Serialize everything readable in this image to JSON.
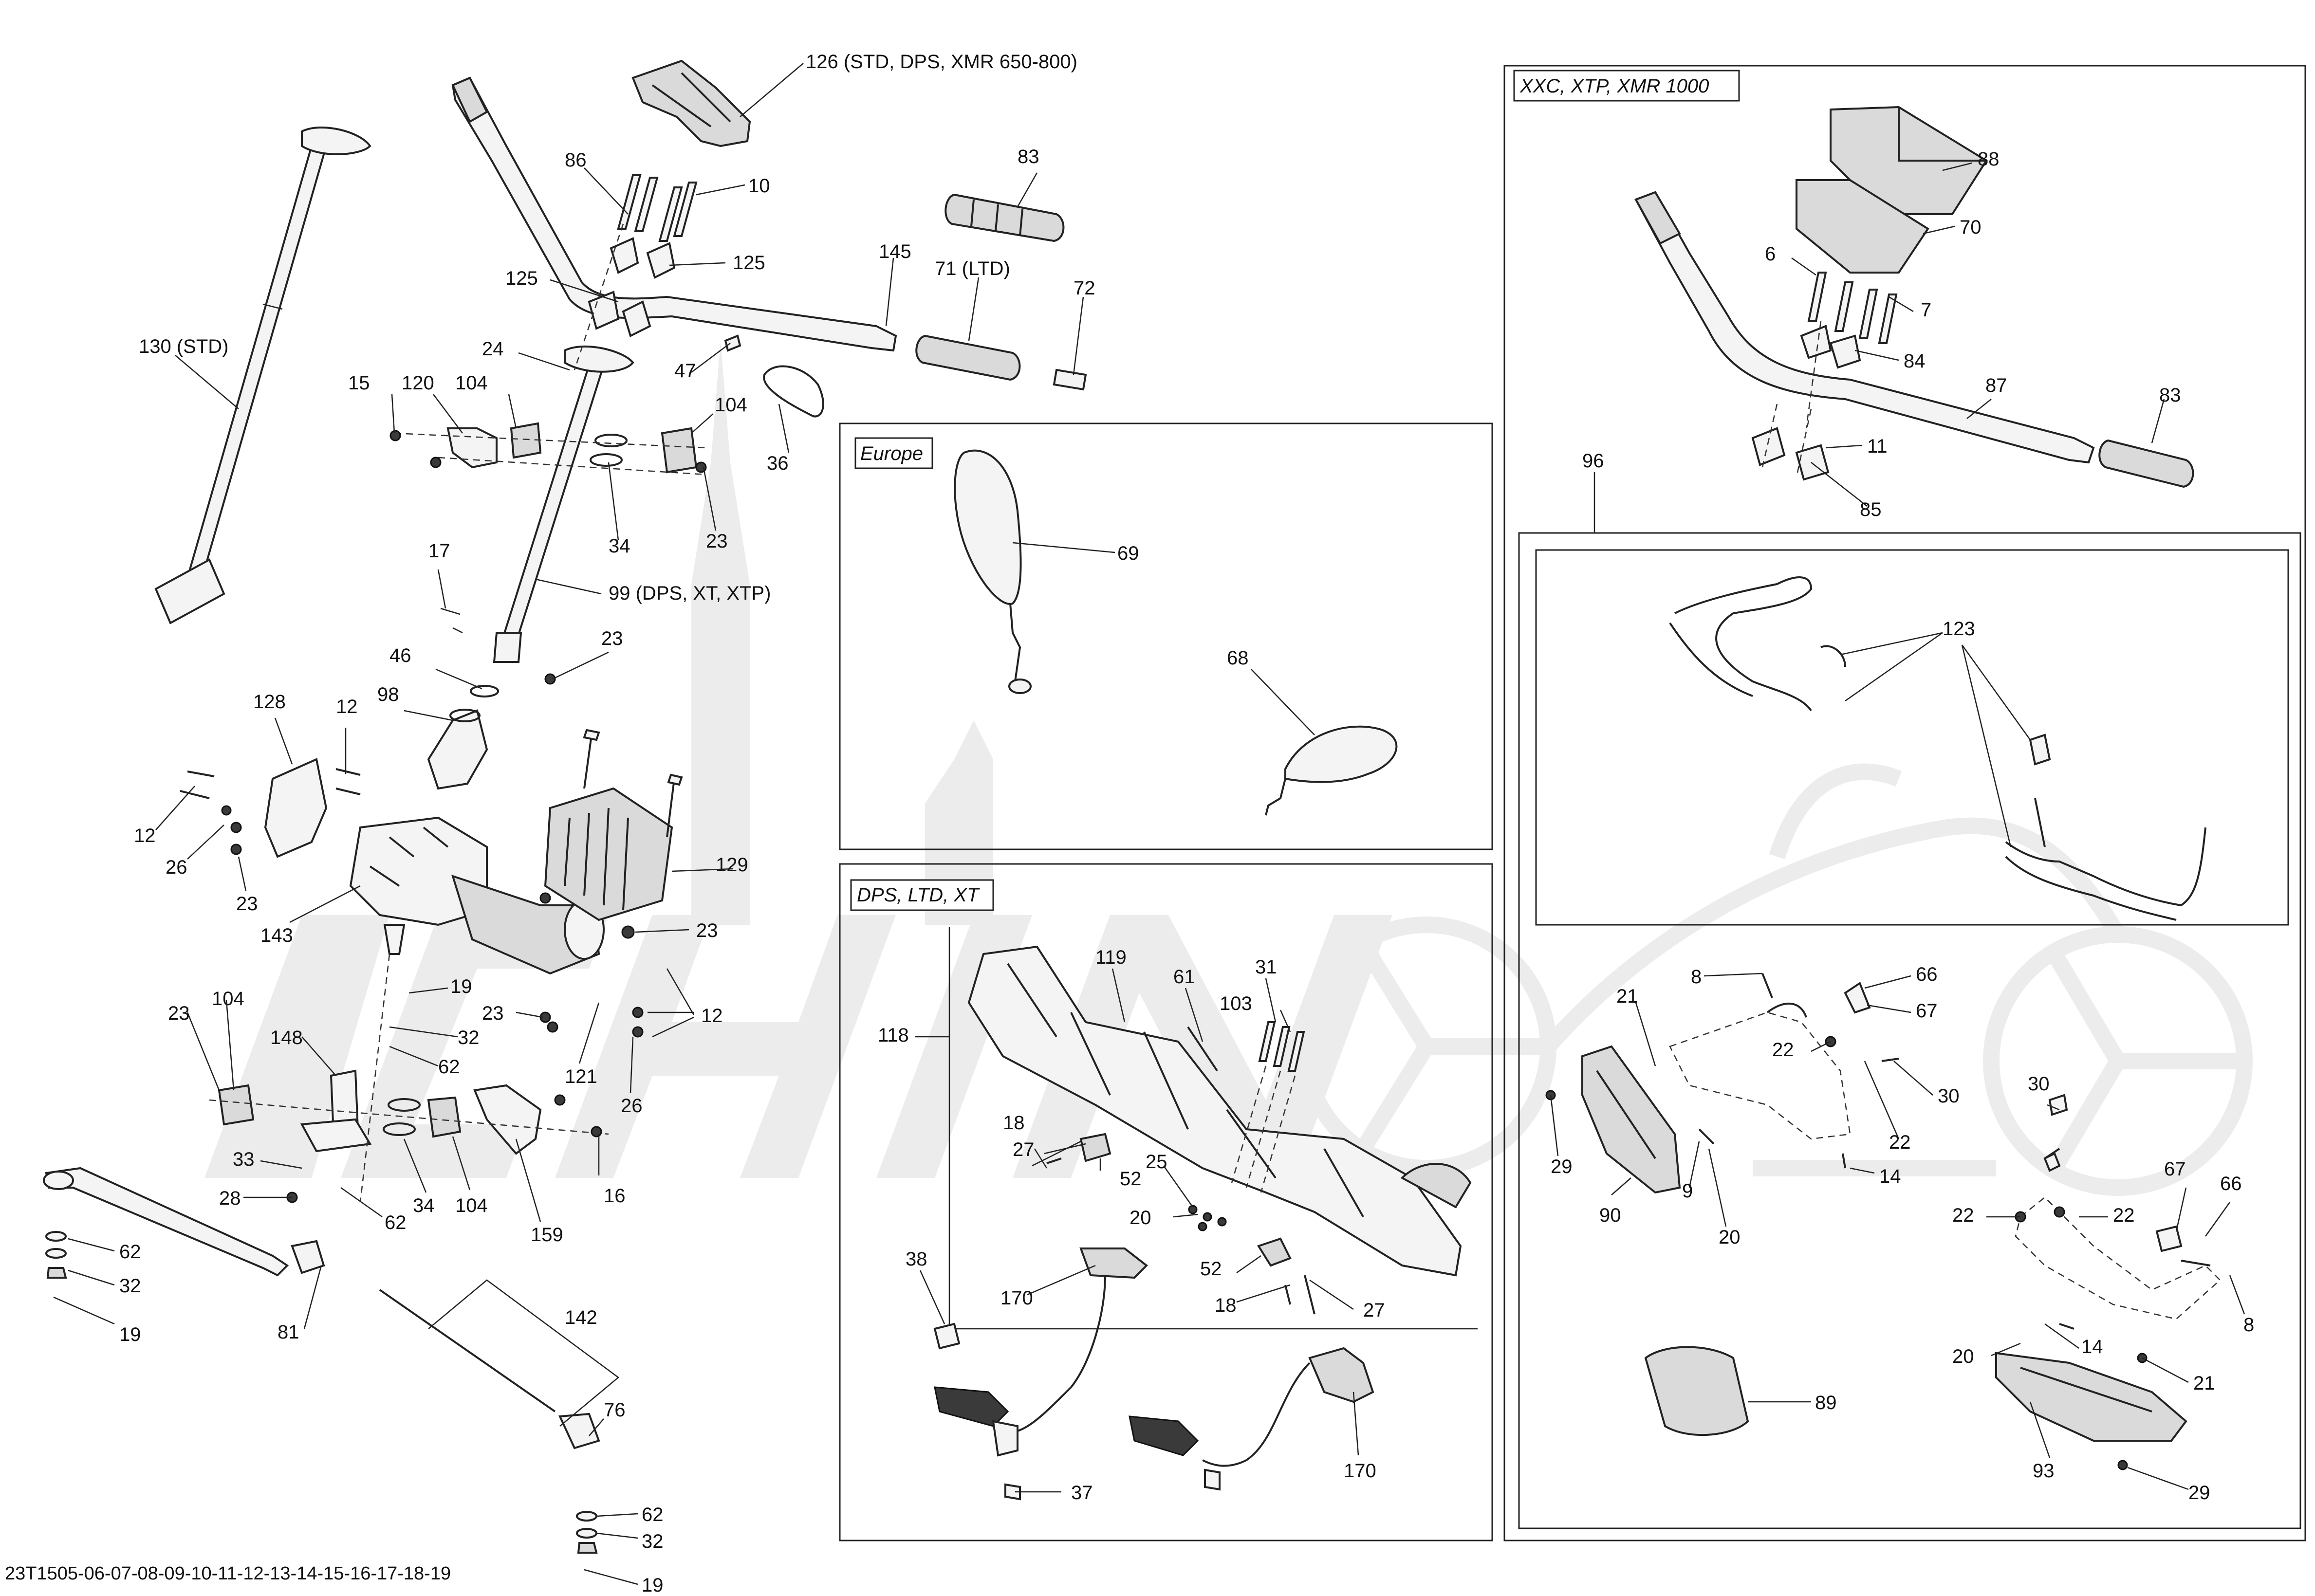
{
  "footer": {
    "code": "23T1505-06-07-08-09-10-11-12-13-14-15-16-17-18-19"
  },
  "sections": {
    "europe": "Europe",
    "dps_ltd_xt": "DPS, LTD, XT",
    "xxc": "XXC, XTP, XMR 1000"
  },
  "labels": {
    "l126": "126 (STD, DPS, XMR 650-800)",
    "l86": "86",
    "l10": "10",
    "l125a": "125",
    "l125b": "125",
    "l145": "145",
    "l83a": "83",
    "l71": "71 (LTD)",
    "l72": "72",
    "l130": "130 (STD)",
    "l24": "24",
    "l47": "47",
    "l36": "36",
    "l15": "15",
    "l120": "120",
    "l104a": "104",
    "l104b": "104",
    "l34a": "34",
    "l23a": "23",
    "l17": "17",
    "l99": "99 (DPS, XT, XTP)",
    "l23b": "23",
    "l46": "46",
    "l128": "128",
    "l12a": "12",
    "l98": "98",
    "l12b": "12",
    "l26a": "26",
    "l23c": "23",
    "l129": "129",
    "l143": "143",
    "l23d": "23",
    "l19a": "19",
    "l23e": "23",
    "l12c": "12",
    "l32a": "32",
    "l62a": "62",
    "l121": "121",
    "l26b": "26",
    "l23f": "23",
    "l104c": "104",
    "l148": "148",
    "l33": "33",
    "l28": "28",
    "l62b": "62",
    "l34b": "34",
    "l104d": "104",
    "l159": "159",
    "l16": "16",
    "l62c": "62",
    "l32b": "32",
    "l19b": "19",
    "l81": "81",
    "l142": "142",
    "l76": "76",
    "l62d": "62",
    "l32c": "32",
    "l19c": "19",
    "l69": "69",
    "l68": "68",
    "l119": "119",
    "l61": "61",
    "l31": "31",
    "l103": "103",
    "l118": "118",
    "l18a": "18",
    "l27a": "27",
    "l52a": "52",
    "l25": "25",
    "l20a": "20",
    "l38": "38",
    "l170a": "170",
    "l52b": "52",
    "l18b": "18",
    "l27b": "27",
    "l37": "37",
    "l170b": "170",
    "l88": "88",
    "l70": "70",
    "l6": "6",
    "l7": "7",
    "l84": "84",
    "l87": "87",
    "l83b": "83",
    "l11": "11",
    "l85": "85",
    "l96": "96",
    "l123": "123",
    "l8a": "8",
    "l66a": "66",
    "l21a": "21",
    "l67a": "67",
    "l22a": "22",
    "l30a": "30",
    "l22b": "22",
    "l29a": "29",
    "l9": "9",
    "l14a": "14",
    "l90": "90",
    "l20b": "20",
    "l30b": "30",
    "l67b": "67",
    "l66b": "66",
    "l22c": "22",
    "l22d": "22",
    "l8b": "8",
    "l14b": "14",
    "l20c": "20",
    "l21b": "21",
    "l89": "89",
    "l93": "93",
    "l29b": "29"
  }
}
